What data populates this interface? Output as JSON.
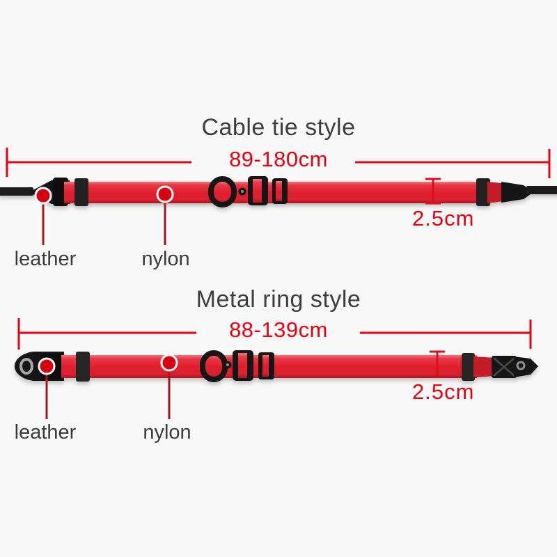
{
  "colors": {
    "background": "#f8f8f8",
    "accent_red": "#e60012",
    "leader_red": "#a8151b",
    "webbing_red": "#e11f2e",
    "hardware_black": "#141414",
    "text_dark": "#3e3e3e"
  },
  "sections": [
    {
      "title": "Cable tie style",
      "length_range": "89-180cm",
      "strap_width": "2.5cm",
      "material_labels": [
        {
          "label": "leather"
        },
        {
          "label": "nylon"
        }
      ]
    },
    {
      "title": "Metal ring style",
      "length_range": "88-139cm",
      "strap_width": "2.5cm",
      "material_labels": [
        {
          "label": "leather"
        },
        {
          "label": "nylon"
        }
      ]
    }
  ]
}
